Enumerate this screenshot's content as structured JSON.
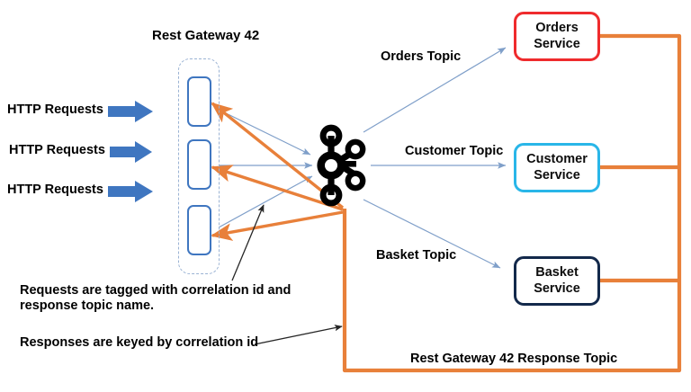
{
  "diagram": {
    "title": "Rest Gateway 42",
    "gateway": {
      "label": "Rest Gateway 42",
      "slots": [
        "gateway-instance-1",
        "gateway-instance-2",
        "gateway-instance-3"
      ]
    },
    "inbound": {
      "requests": [
        {
          "label": "HTTP Requests",
          "arrow_color": "#3f76c0"
        },
        {
          "label": "HTTP Requests",
          "arrow_color": "#3f76c0"
        },
        {
          "label": "HTTP Requests",
          "arrow_color": "#3f76c0"
        }
      ]
    },
    "broker": {
      "name": "kafka-logo",
      "color": "#000000"
    },
    "topics": [
      {
        "label": "Orders Topic",
        "arrow_color": "#7f9fc9"
      },
      {
        "label": "Customer Topic",
        "arrow_color": "#7f9fc9"
      },
      {
        "label": "Basket Topic",
        "arrow_color": "#7f9fc9"
      }
    ],
    "services": [
      {
        "name": "orders-service",
        "line1": "Orders",
        "line2": "Service",
        "border_color": "#ef2b2d"
      },
      {
        "name": "customer-service",
        "line1": "Customer",
        "line2": "Service",
        "border_color": "#29b6e8"
      },
      {
        "name": "basket-service",
        "line1": "Basket",
        "line2": "Service",
        "border_color": "#13294b"
      }
    ],
    "response_topic": {
      "label": "Rest Gateway 42 Response Topic",
      "color": "#e8803a"
    },
    "notes": [
      {
        "name": "note-correlation-id",
        "text": "Requests are tagged with correlation id and\nresponse topic name."
      },
      {
        "name": "note-responses-keyed",
        "text": "Responses are keyed by correlation id"
      }
    ],
    "colors": {
      "request_arrow": "#3f76c0",
      "topic_arrow": "#7f9fc9",
      "response_bus": "#e8803a",
      "annotation": "#262626",
      "gateway_slot": "#3f76c0",
      "gateway_group": "#9bb3d4"
    }
  }
}
